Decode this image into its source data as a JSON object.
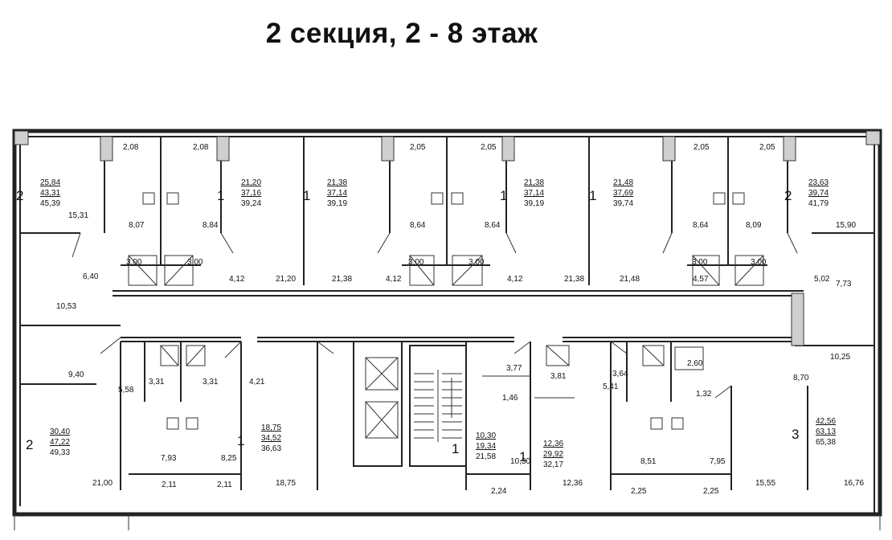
{
  "title": "2 секция, 2 - 8 этаж",
  "apartments": [
    {
      "rooms": "2",
      "living": "25,84",
      "useful": "43,31",
      "total": "45,39"
    },
    {
      "rooms": "1",
      "living": "21,20",
      "useful": "37,16",
      "total": "39,24"
    },
    {
      "rooms": "1",
      "living": "21,38",
      "useful": "37,14",
      "total": "39,19"
    },
    {
      "rooms": "1",
      "living": "21,38",
      "useful": "37,14",
      "total": "39,19"
    },
    {
      "rooms": "1",
      "living": "21,48",
      "useful": "37,69",
      "total": "39,74"
    },
    {
      "rooms": "2",
      "living": "23,63",
      "useful": "39,74",
      "total": "41,79"
    },
    {
      "rooms": "2",
      "living": "30,40",
      "useful": "47,22",
      "total": "49,33"
    },
    {
      "rooms": "1",
      "living": "18,75",
      "useful": "34,52",
      "total": "36,63"
    },
    {
      "rooms": "1",
      "living": "10,30",
      "useful": "19,34",
      "total": "21,58"
    },
    {
      "rooms": "1",
      "living": "12,36",
      "useful": "29,92",
      "total": "32,17"
    },
    {
      "rooms": "3",
      "living": "42,56",
      "useful": "63,13",
      "total": "65,38"
    }
  ],
  "areas": [
    "2,08",
    "2,08",
    "2,05",
    "2,05",
    "2,05",
    "2,05",
    "15,31",
    "8,07",
    "8,84",
    "8,64",
    "8,64",
    "8,64",
    "8,09",
    "15,90",
    "3,00",
    "3,00",
    "3,00",
    "3,00",
    "3,00",
    "3,00",
    "6,40",
    "4,12",
    "21,20",
    "21,38",
    "4,12",
    "4,12",
    "21,38",
    "21,48",
    "4,57",
    "5,02",
    "7,73",
    "10,53",
    "9,40",
    "5,58",
    "3,31",
    "3,31",
    "4,21",
    "3,77",
    "3,81",
    "1,46",
    "3,64",
    "2,60",
    "5,41",
    "1,32",
    "8,70",
    "10,25",
    "7,93",
    "8,25",
    "21,00",
    "2,11",
    "2,11",
    "18,75",
    "10,30",
    "2,24",
    "12,36",
    "8,51",
    "7,95",
    "2,25",
    "2,25",
    "15,55",
    "16,76"
  ]
}
